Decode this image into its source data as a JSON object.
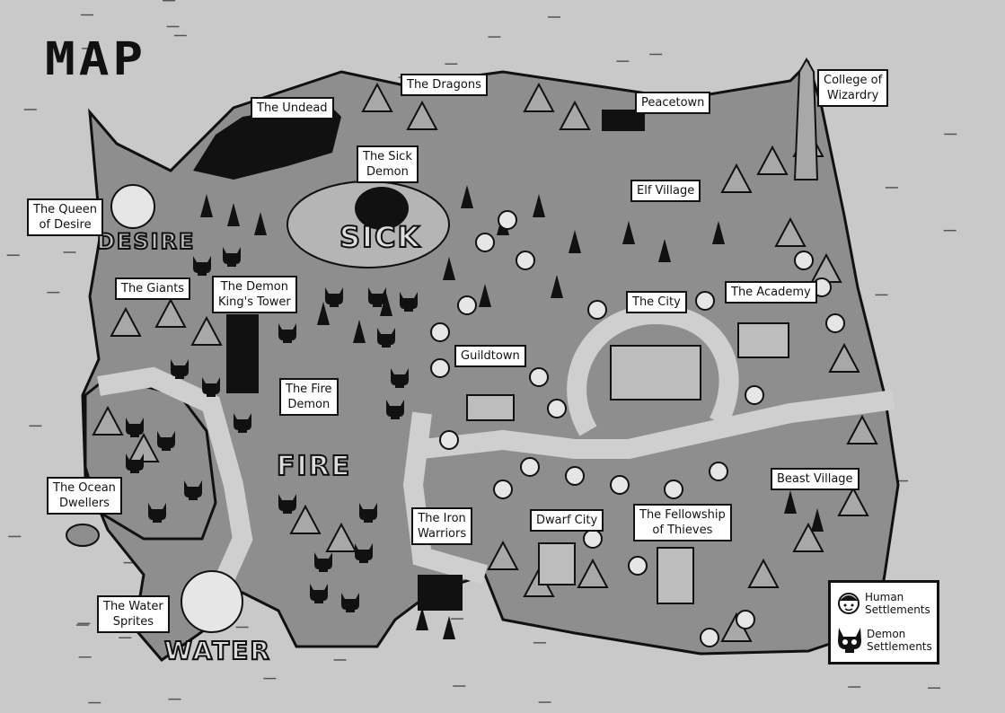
{
  "title": "MAP",
  "locations": {
    "dragons": "The Dragons",
    "peacetown": "Peacetown",
    "college": [
      "College of",
      "Wizardry"
    ],
    "undead": "The Undead",
    "sick_demon": [
      "The Sick",
      "Demon"
    ],
    "elf_village": "Elf Village",
    "queen_desire": [
      "The Queen",
      "of Desire"
    ],
    "giants": "The Giants",
    "demon_king_tower": [
      "The Demon",
      "King's Tower"
    ],
    "city": "The City",
    "academy": "The Academy",
    "guildtown": "Guildtown",
    "fire_demon": [
      "The Fire",
      "Demon"
    ],
    "ocean_dwellers": [
      "The Ocean",
      "Dwellers"
    ],
    "iron_warriors": [
      "The Iron",
      "Warriors"
    ],
    "dwarf_city": "Dwarf City",
    "fellowship": [
      "The Fellowship",
      "of Thieves"
    ],
    "beast_village": "Beast Village",
    "water_sprites": [
      "The Water",
      "Sprites"
    ]
  },
  "painted_words": {
    "desire": "DESIRE",
    "sick": "SICK",
    "fire": "FIRE",
    "water": "WATER"
  },
  "legend": {
    "human": [
      "Human",
      "Settlements"
    ],
    "demon": [
      "Demon",
      "Settlements"
    ]
  },
  "colors": {
    "sea": "#c9c9c9",
    "land": "#8e8e8e",
    "river": "#cfcfcf",
    "ink": "#111111"
  }
}
